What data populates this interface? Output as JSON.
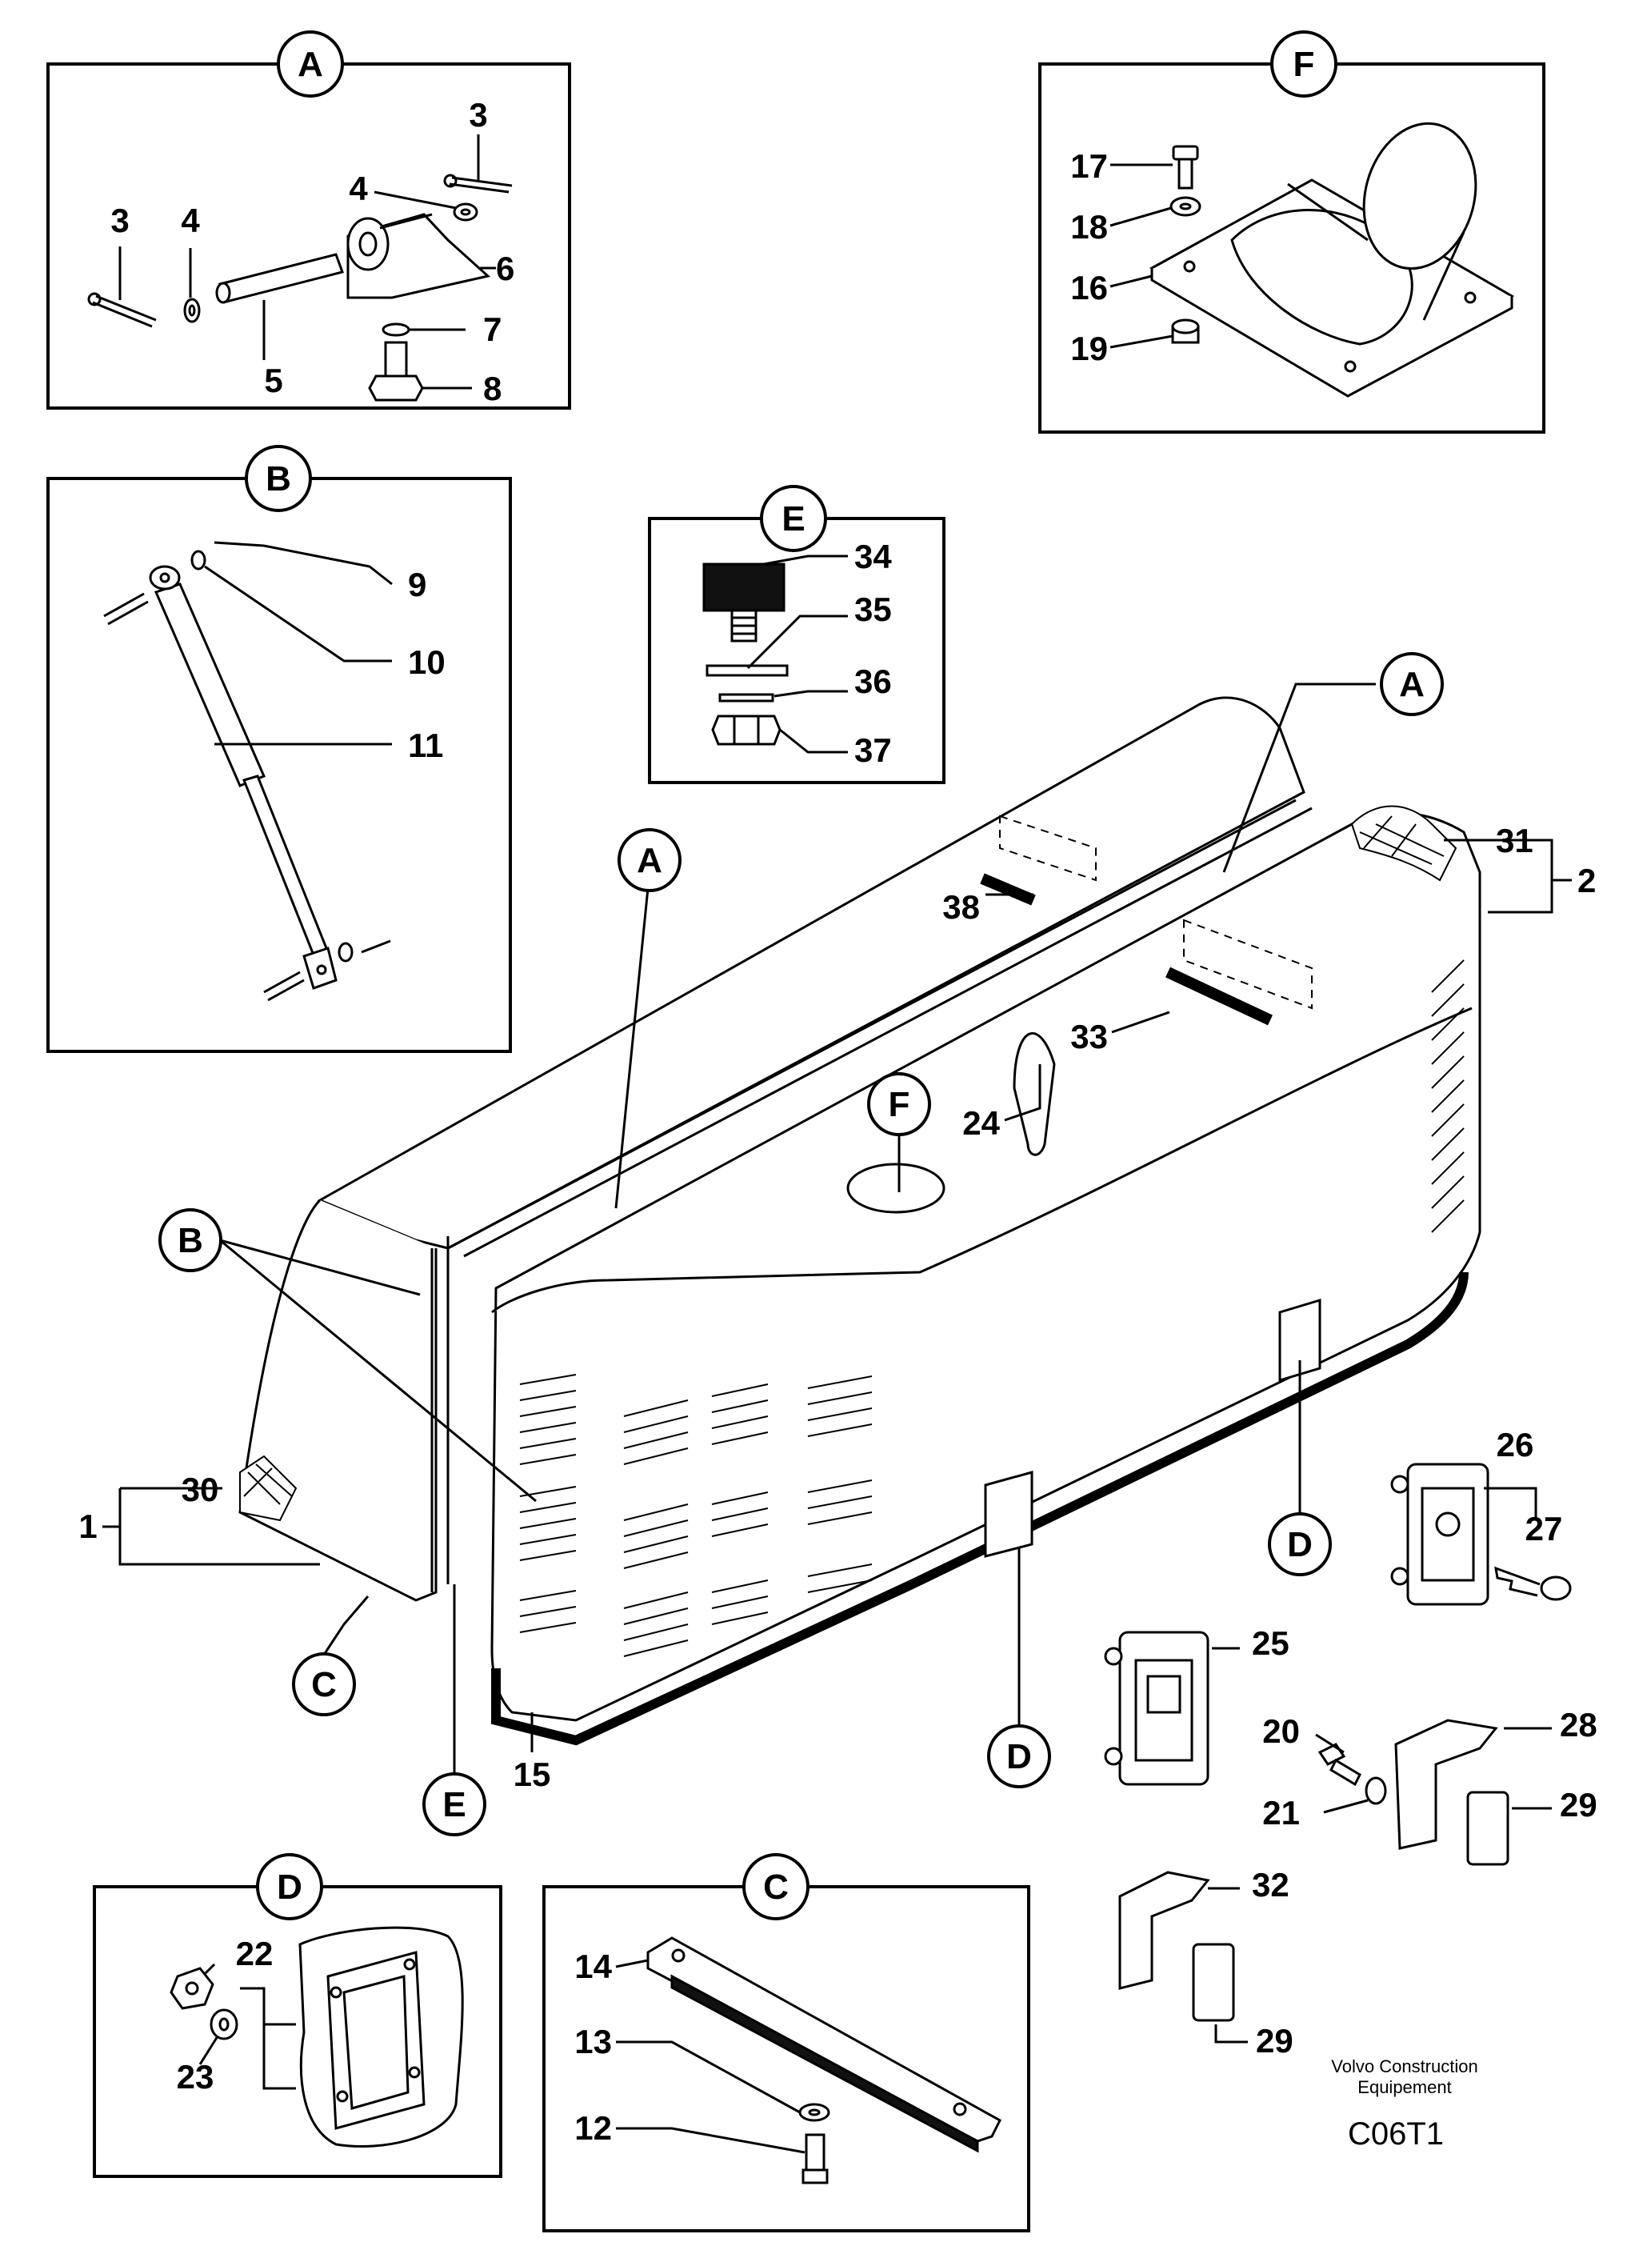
{
  "detail_views": {
    "A": {
      "label": "A",
      "parts": [
        "3",
        "4",
        "3",
        "4",
        "6",
        "7",
        "5",
        "8"
      ]
    },
    "B": {
      "label": "B",
      "parts": [
        "9",
        "10",
        "11"
      ]
    },
    "E": {
      "label": "E",
      "parts": [
        "34",
        "35",
        "36",
        "37"
      ]
    },
    "F": {
      "label": "F",
      "parts": [
        "17",
        "18",
        "16",
        "19"
      ]
    },
    "D": {
      "label": "D",
      "parts": [
        "22",
        "23"
      ]
    },
    "C": {
      "label": "C",
      "parts": [
        "14",
        "13",
        "12"
      ]
    }
  },
  "main_view": {
    "refs": [
      "A",
      "A",
      "F",
      "B",
      "C",
      "E",
      "D",
      "D"
    ],
    "parts": [
      "31",
      "2",
      "38",
      "33",
      "24",
      "30",
      "1",
      "15",
      "26",
      "27",
      "25",
      "20",
      "28",
      "21",
      "29",
      "32",
      "29"
    ]
  },
  "footer": {
    "maker_line1": "Volvo Construction",
    "maker_line2": "Equipement",
    "code": "C06T1"
  }
}
